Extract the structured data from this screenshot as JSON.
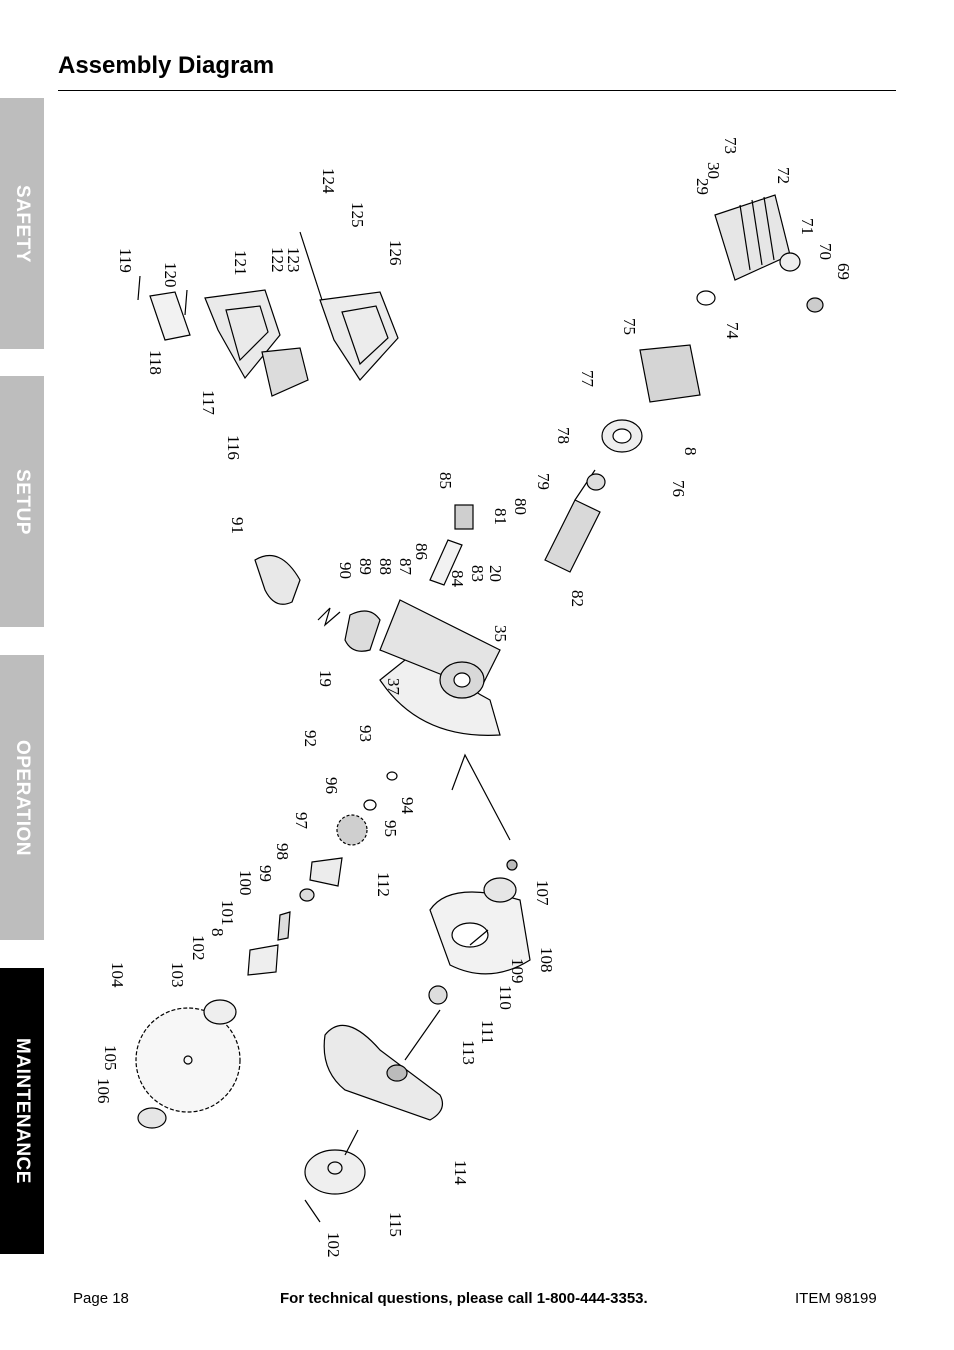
{
  "page_title": "Assembly Diagram",
  "tabs": [
    {
      "label": "SAFETY",
      "active": false
    },
    {
      "label": "SETUP",
      "active": false
    },
    {
      "label": "OPERATION",
      "active": false
    },
    {
      "label": "MAINTENANCE",
      "active": true
    }
  ],
  "part_numbers": [
    "119",
    "120",
    "121",
    "118",
    "117",
    "116",
    "122",
    "123",
    "124",
    "125",
    "126",
    "91",
    "85",
    "86",
    "87",
    "88",
    "89",
    "90",
    "19",
    "92",
    "93",
    "37",
    "84",
    "83",
    "20",
    "35",
    "80",
    "81",
    "82",
    "79",
    "78",
    "77",
    "75",
    "76",
    "8",
    "74",
    "73",
    "30",
    "29",
    "72",
    "71",
    "70",
    "69",
    "96",
    "97",
    "94",
    "95",
    "98",
    "99",
    "100",
    "101",
    "8",
    "102",
    "103",
    "104",
    "105",
    "106",
    "112",
    "107",
    "108",
    "109",
    "110",
    "111",
    "113",
    "114",
    "115",
    "102"
  ],
  "footer": {
    "page": "Page 18",
    "support": "For technical questions, please call 1-800-444-3353.",
    "item": "ITEM 98199"
  },
  "colors": {
    "tab_inactive": "#bdbdbd",
    "tab_active": "#000000",
    "tab_text": "#ffffff"
  }
}
